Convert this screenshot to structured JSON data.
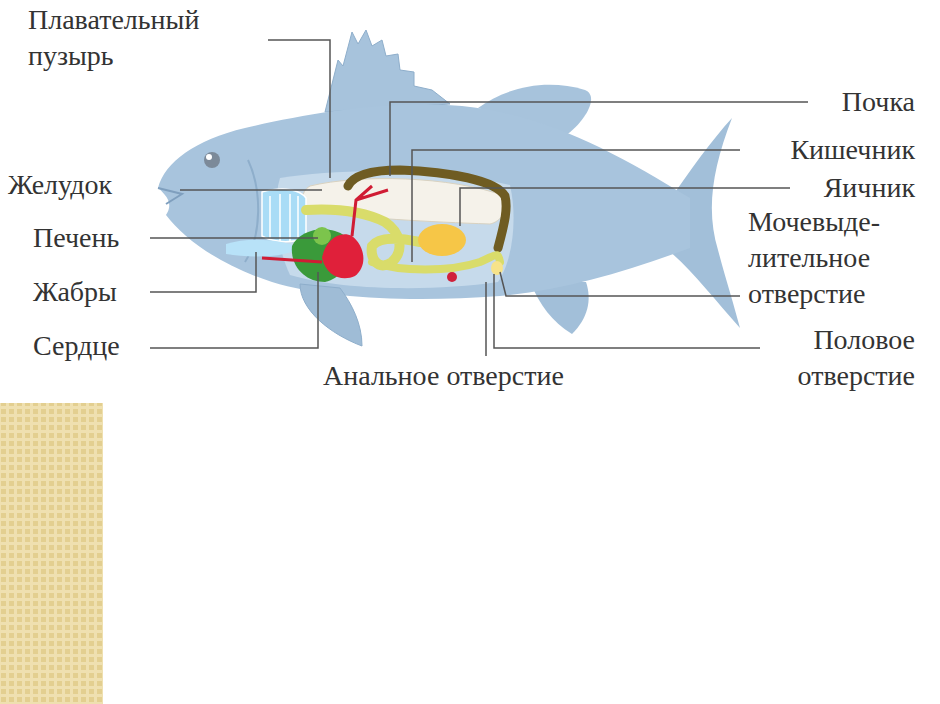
{
  "diagram": {
    "labels": [
      "Плавательный пузырь",
      "Почка",
      "Желудок",
      "Кишечник",
      "Яичник",
      "Печень",
      "Мочевыде- лительное отверстие",
      "Жабры",
      "Сердце",
      "Половое отверстие",
      "Анальное отверстие"
    ]
  }
}
